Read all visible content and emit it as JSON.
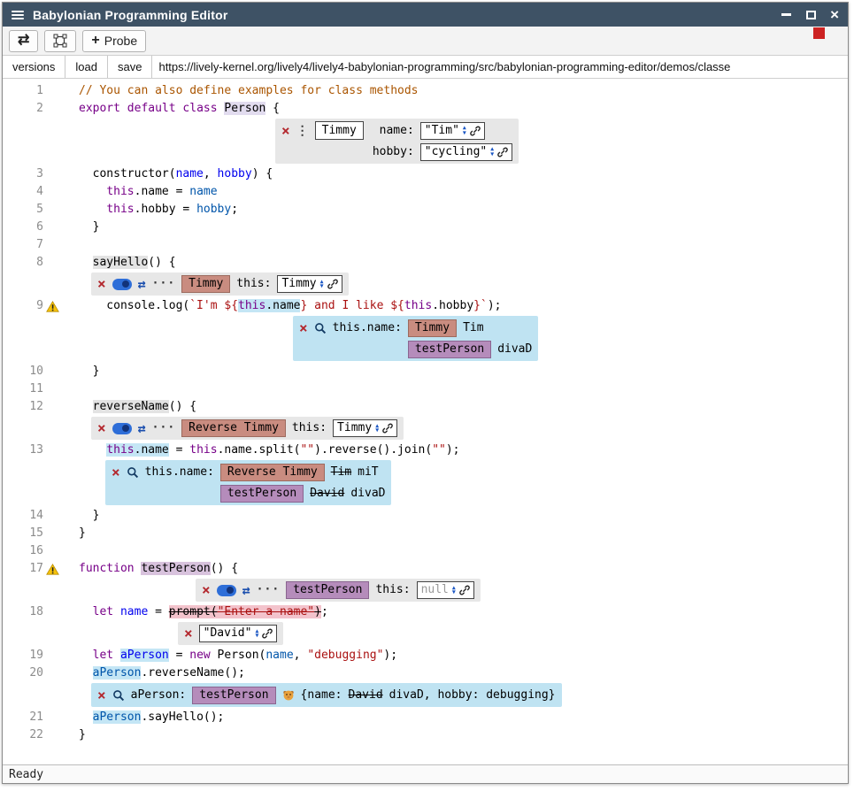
{
  "window": {
    "title": "Babylonian Programming Editor"
  },
  "toolbar": {
    "probe_label": "Probe"
  },
  "filebar": {
    "buttons": [
      "versions",
      "load",
      "save"
    ],
    "url": "https://lively-kernel.org/lively4/lively4-babylonian-programming/src/babylonian-programming-editor/demos/classe"
  },
  "status": "Ready",
  "icons": {
    "swap": "⇄",
    "plus": "+",
    "close": "×",
    "drag": "⋮",
    "more": "···",
    "stepper_up": "▲",
    "stepper_down": "▼",
    "window_close": "×",
    "minimize": "—"
  },
  "colors": {
    "title_bar": "#3e5265",
    "indicator_red": "#cc2222",
    "close_red": "#b3272d",
    "example_badge": "#c98c80",
    "function_badge": "#b58cbb",
    "probe_bg": "#bfe3f2",
    "widget_bg": "#e7e7e7",
    "replaced_code_bg": "#f3c3cc"
  },
  "editor": {
    "rows": [
      {
        "type": "line",
        "num": "1",
        "seg": [
          {
            "t": "// You can also define examples for class methods",
            "c": "com"
          }
        ]
      },
      {
        "type": "line",
        "num": "2",
        "seg": [
          {
            "t": "export",
            "c": "kw"
          },
          {
            "t": " ",
            "c": "plain"
          },
          {
            "t": "default",
            "c": "kw"
          },
          {
            "t": " ",
            "c": "plain"
          },
          {
            "t": "class",
            "c": "kw"
          },
          {
            "t": " ",
            "c": "plain"
          },
          {
            "t": "Person",
            "c": "plain hl-ex"
          },
          {
            "t": " {",
            "c": "plain"
          }
        ]
      },
      {
        "type": "widget",
        "wtype": "example",
        "indent": 222,
        "prefix": [
          {
            "k": "close"
          },
          {
            "k": "drag"
          },
          {
            "k": "namebox",
            "t": "Timmy"
          }
        ],
        "rows": [
          [
            {
              "k": "label",
              "t": "name:",
              "w": 50
            },
            {
              "k": "input",
              "t": "\"Tim\""
            }
          ],
          [
            {
              "k": "label",
              "t": "hobby:",
              "w": 50
            },
            {
              "k": "input",
              "t": "\"cycling\""
            }
          ]
        ]
      },
      {
        "type": "line",
        "num": "3",
        "seg": [
          {
            "t": "  constructor(",
            "c": "plain"
          },
          {
            "t": "name",
            "c": "def"
          },
          {
            "t": ", ",
            "c": "plain"
          },
          {
            "t": "hobby",
            "c": "def"
          },
          {
            "t": ") {",
            "c": "plain"
          }
        ]
      },
      {
        "type": "line",
        "num": "4",
        "seg": [
          {
            "t": "    ",
            "c": "plain"
          },
          {
            "t": "this",
            "c": "kw"
          },
          {
            "t": ".name = ",
            "c": "plain"
          },
          {
            "t": "name",
            "c": "var2"
          }
        ]
      },
      {
        "type": "line",
        "num": "5",
        "seg": [
          {
            "t": "    ",
            "c": "plain"
          },
          {
            "t": "this",
            "c": "kw"
          },
          {
            "t": ".hobby = ",
            "c": "plain"
          },
          {
            "t": "hobby",
            "c": "var2"
          },
          {
            "t": ";",
            "c": "plain"
          }
        ]
      },
      {
        "type": "line",
        "num": "6",
        "seg": [
          {
            "t": "  }",
            "c": "plain"
          }
        ]
      },
      {
        "type": "line",
        "num": "7",
        "seg": []
      },
      {
        "type": "line",
        "num": "8",
        "seg": [
          {
            "t": "  ",
            "c": "plain"
          },
          {
            "t": "sayHello",
            "c": "plain hl-m"
          },
          {
            "t": "() {",
            "c": "plain"
          }
        ]
      },
      {
        "type": "widget",
        "wtype": "inline",
        "indent": 14,
        "prefix": [
          {
            "k": "close"
          },
          {
            "k": "toggle"
          },
          {
            "k": "swap"
          },
          {
            "k": "more"
          },
          {
            "k": "badge",
            "t": "Timmy",
            "v": "ex"
          },
          {
            "k": "label",
            "t": "this:"
          },
          {
            "k": "input",
            "t": "Timmy"
          }
        ],
        "rows": []
      },
      {
        "type": "line",
        "num": "9",
        "warn": true,
        "seg": [
          {
            "t": "    console.log(",
            "c": "plain"
          },
          {
            "t": "`I'm ${",
            "c": "str"
          },
          {
            "t": "this",
            "c": "kw hl-probe"
          },
          {
            "t": ".name",
            "c": "plain hl-probe"
          },
          {
            "t": "} and I like ${",
            "c": "str"
          },
          {
            "t": "this",
            "c": "kw"
          },
          {
            "t": ".hobby",
            "c": "plain"
          },
          {
            "t": "}`",
            "c": "str"
          },
          {
            "t": ");",
            "c": "plain"
          }
        ]
      },
      {
        "type": "widget",
        "wtype": "probe",
        "indent": 242,
        "prefix": [
          {
            "k": "close"
          },
          {
            "k": "zoom"
          },
          {
            "k": "label",
            "t": "this.name:"
          }
        ],
        "rows": [
          [
            {
              "k": "badge",
              "t": "Timmy",
              "v": "ex"
            },
            {
              "k": "text",
              "t": "Tim"
            }
          ],
          [
            {
              "k": "badge",
              "t": "testPerson",
              "v": "fn"
            },
            {
              "k": "text",
              "t": "divaD"
            }
          ]
        ]
      },
      {
        "type": "line",
        "num": "10",
        "seg": [
          {
            "t": "  }",
            "c": "plain"
          }
        ]
      },
      {
        "type": "line",
        "num": "11",
        "seg": []
      },
      {
        "type": "line",
        "num": "12",
        "seg": [
          {
            "t": "  ",
            "c": "plain"
          },
          {
            "t": "reverseName",
            "c": "plain hl-m"
          },
          {
            "t": "() {",
            "c": "plain"
          }
        ]
      },
      {
        "type": "widget",
        "wtype": "inline",
        "indent": 14,
        "prefix": [
          {
            "k": "close"
          },
          {
            "k": "toggle"
          },
          {
            "k": "swap"
          },
          {
            "k": "more"
          },
          {
            "k": "badge",
            "t": "Reverse Timmy",
            "v": "ex"
          },
          {
            "k": "label",
            "t": "this:"
          },
          {
            "k": "input",
            "t": "Timmy"
          }
        ],
        "rows": []
      },
      {
        "type": "line",
        "num": "13",
        "seg": [
          {
            "t": "    ",
            "c": "plain"
          },
          {
            "t": "this",
            "c": "kw hl-probe"
          },
          {
            "t": ".name",
            "c": "plain hl-probe"
          },
          {
            "t": " = ",
            "c": "plain"
          },
          {
            "t": "this",
            "c": "kw"
          },
          {
            "t": ".name.split(",
            "c": "plain"
          },
          {
            "t": "\"\"",
            "c": "str"
          },
          {
            "t": ").reverse().join(",
            "c": "plain"
          },
          {
            "t": "\"\"",
            "c": "str"
          },
          {
            "t": ");",
            "c": "plain"
          }
        ]
      },
      {
        "type": "widget",
        "wtype": "probe",
        "indent": 30,
        "prefix": [
          {
            "k": "close"
          },
          {
            "k": "zoom"
          },
          {
            "k": "label",
            "t": "this.name:"
          }
        ],
        "rows": [
          [
            {
              "k": "badge",
              "t": "Reverse Timmy",
              "v": "ex"
            },
            {
              "k": "struck",
              "t": "Tim"
            },
            {
              "k": "text",
              "t": "miT"
            }
          ],
          [
            {
              "k": "badge",
              "t": "testPerson",
              "v": "fn"
            },
            {
              "k": "struck",
              "t": "David"
            },
            {
              "k": "text",
              "t": "divaD"
            }
          ]
        ]
      },
      {
        "type": "line",
        "num": "14",
        "seg": [
          {
            "t": "  }",
            "c": "plain"
          }
        ]
      },
      {
        "type": "line",
        "num": "15",
        "seg": [
          {
            "t": "}",
            "c": "plain"
          }
        ]
      },
      {
        "type": "line",
        "num": "16",
        "seg": []
      },
      {
        "type": "line",
        "num": "17",
        "warn": true,
        "seg": [
          {
            "t": "function",
            "c": "kw"
          },
          {
            "t": " ",
            "c": "plain"
          },
          {
            "t": "testPerson",
            "c": "plain hl-fn"
          },
          {
            "t": "() {",
            "c": "plain"
          }
        ]
      },
      {
        "type": "widget",
        "wtype": "inline",
        "indent": 132,
        "prefix": [
          {
            "k": "close"
          },
          {
            "k": "toggle"
          },
          {
            "k": "swap"
          },
          {
            "k": "more"
          },
          {
            "k": "badge",
            "t": "testPerson",
            "v": "fn"
          },
          {
            "k": "label",
            "t": "this:"
          },
          {
            "k": "input",
            "t": "null",
            "muted": true
          }
        ],
        "rows": []
      },
      {
        "type": "line",
        "num": "18",
        "seg": [
          {
            "t": "  ",
            "c": "plain"
          },
          {
            "t": "let",
            "c": "kw"
          },
          {
            "t": " ",
            "c": "plain"
          },
          {
            "t": "name",
            "c": "def"
          },
          {
            "t": " = ",
            "c": "plain"
          },
          {
            "t": "prompt(",
            "c": "plain repl"
          },
          {
            "t": "\"Enter a name\"",
            "c": "str repl"
          },
          {
            "t": ")",
            "c": "plain repl"
          },
          {
            "t": ";",
            "c": "plain"
          }
        ]
      },
      {
        "type": "widget",
        "wtype": "inline",
        "indent": 112,
        "prefix": [
          {
            "k": "close"
          },
          {
            "k": "input",
            "t": "\"David\""
          }
        ],
        "rows": []
      },
      {
        "type": "line",
        "num": "19",
        "seg": [
          {
            "t": "  ",
            "c": "plain"
          },
          {
            "t": "let",
            "c": "kw"
          },
          {
            "t": " ",
            "c": "plain"
          },
          {
            "t": "aPerson",
            "c": "def hl-probe"
          },
          {
            "t": " = ",
            "c": "plain"
          },
          {
            "t": "new",
            "c": "kw"
          },
          {
            "t": " Person(",
            "c": "plain"
          },
          {
            "t": "name",
            "c": "var2"
          },
          {
            "t": ", ",
            "c": "plain"
          },
          {
            "t": "\"debugging\"",
            "c": "str"
          },
          {
            "t": ");",
            "c": "plain"
          }
        ]
      },
      {
        "type": "line",
        "num": "20",
        "seg": [
          {
            "t": "  ",
            "c": "plain"
          },
          {
            "t": "aPerson",
            "c": "var2 hl-probe"
          },
          {
            "t": ".reverseName();",
            "c": "plain"
          }
        ]
      },
      {
        "type": "widget",
        "wtype": "probe",
        "indent": 14,
        "prefix": [
          {
            "k": "close"
          },
          {
            "k": "zoom"
          },
          {
            "k": "label",
            "t": "aPerson:"
          }
        ],
        "rows": [
          [
            {
              "k": "badge",
              "t": "testPerson",
              "v": "fn"
            },
            {
              "k": "emoji"
            },
            {
              "k": "text",
              "t": "{name:"
            },
            {
              "k": "struck",
              "t": "David"
            },
            {
              "k": "text",
              "t": "divaD, hobby: debugging}"
            }
          ]
        ]
      },
      {
        "type": "line",
        "num": "21",
        "seg": [
          {
            "t": "  ",
            "c": "plain"
          },
          {
            "t": "aPerson",
            "c": "var2 hl-probe"
          },
          {
            "t": ".sayHello();",
            "c": "plain"
          }
        ]
      },
      {
        "type": "line",
        "num": "22",
        "seg": [
          {
            "t": "}",
            "c": "plain"
          }
        ]
      }
    ]
  }
}
